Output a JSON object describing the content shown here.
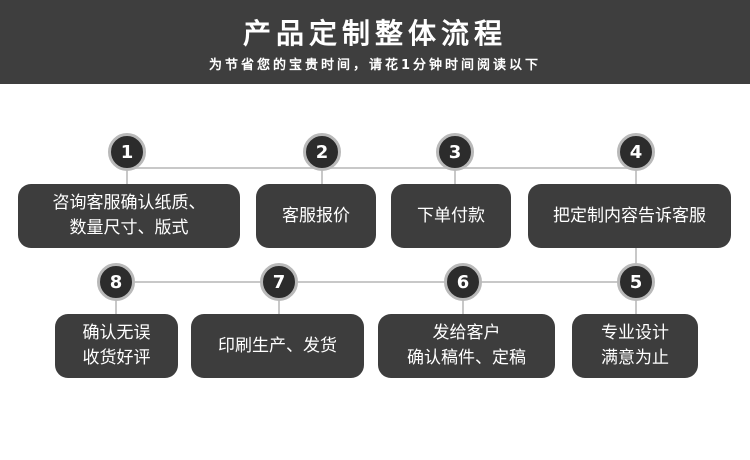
{
  "header": {
    "title": "产品定制整体流程",
    "subtitle": "为节省您的宝贵时间，请花1分钟时间阅读以下"
  },
  "steps": [
    {
      "number": "1",
      "text": "咨询客服确认纸质、\n数量尺寸、版式"
    },
    {
      "number": "2",
      "text": "客服报价"
    },
    {
      "number": "3",
      "text": "下单付款"
    },
    {
      "number": "4",
      "text": "把定制内容告诉客服"
    },
    {
      "number": "5",
      "text": "专业设计\n满意为止"
    },
    {
      "number": "6",
      "text": "发给客户\n确认稿件、定稿"
    },
    {
      "number": "7",
      "text": "印刷生产、发货"
    },
    {
      "number": "8",
      "text": "确认无误\n收货好评"
    }
  ],
  "colors": {
    "header_bg": "#3e3e3e",
    "box_bg": "#3d3d3d",
    "node_bg": "#2c2c2c",
    "node_ring": "#b9b9b9",
    "line": "#c8c8c8"
  }
}
